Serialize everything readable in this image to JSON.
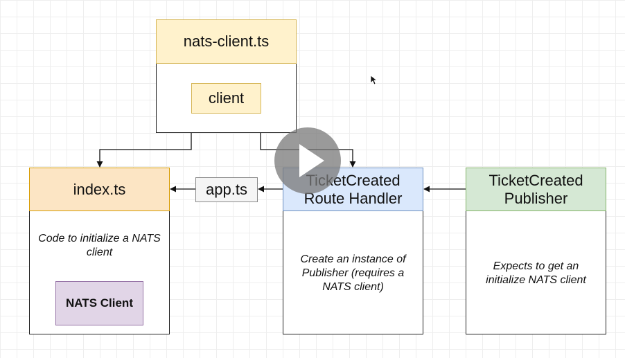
{
  "nats_client_file": {
    "title": "nats-client.ts",
    "inner": "client"
  },
  "index_file": {
    "title": "index.ts",
    "description": "Code to initialize a NATS client",
    "inner": "NATS Client"
  },
  "app_file": {
    "title": "app.ts"
  },
  "route_handler": {
    "title": "TicketCreated Route Handler",
    "description": "Create an instance of Publisher (requires a NATS client)"
  },
  "publisher": {
    "title": "TicketCreated Publisher",
    "description": "Expects to get an initialize NATS client"
  },
  "colors": {
    "orange": "#fce5c4",
    "yellow": "#fff2cc",
    "blue": "#dae8fc",
    "green": "#d5e8d4",
    "purple": "#e1d5e7"
  },
  "overlay": {
    "icon": "play-icon"
  }
}
